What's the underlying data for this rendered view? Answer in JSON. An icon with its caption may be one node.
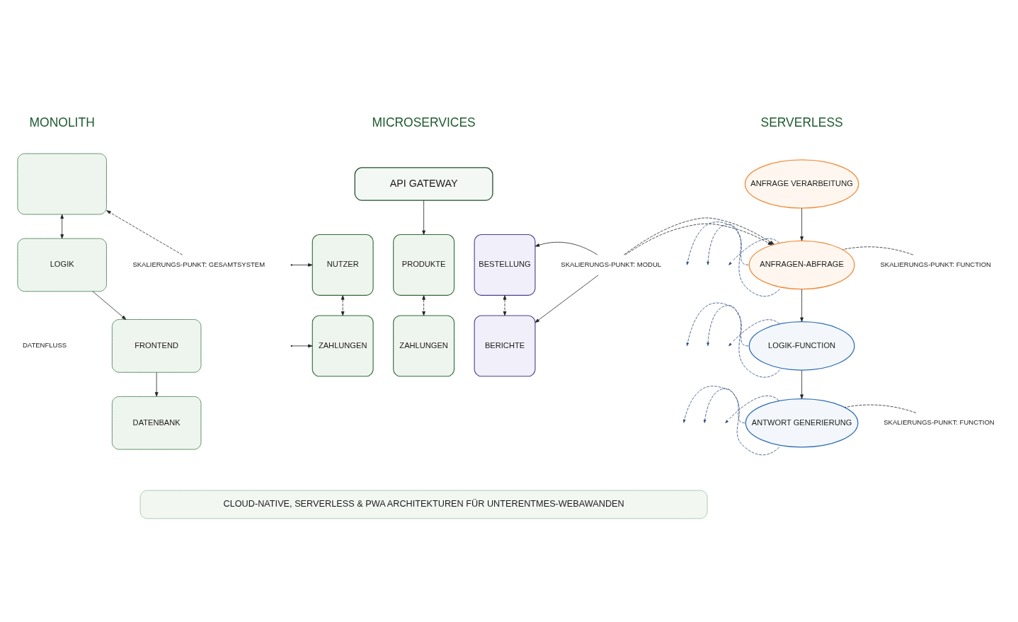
{
  "diagram": {
    "nodes": [
      {
        "text": [],
        "shape": "box"
      },
      {
        "text": [
          "LOGIK"
        ]
      },
      {
        "text": [
          "FRONTEND"
        ]
      },
      {
        "text": [
          "DATENBANK"
        ]
      },
      {
        "text": [
          "SKALIERUNGS-PUNKT: GESAMTSYSTEM"
        ]
      },
      {
        "text": [
          "API GATEWAY"
        ]
      },
      {
        "text": [
          "NUTZER"
        ]
      },
      {
        "text": [
          "PRODUKTE"
        ]
      },
      {
        "text": [
          "BESTELLUNG"
        ]
      },
      {
        "text": [
          "ZAHLUNGEN"
        ]
      },
      {
        "text": [
          "ZAHLUNGEN"
        ]
      },
      {
        "text": [
          "BERICHTE"
        ]
      },
      {
        "text": [
          "SKALIERUNGS-PUNKT: MODUL"
        ]
      },
      {
        "text": [
          "ANFRAGE VERARBEITUNG"
        ]
      },
      {
        "text": [
          "ANFRAGEN-ABFRAGE"
        ]
      },
      {
        "text": [
          "LOGIK-FUNCTION"
        ]
      },
      {
        "text": [
          "ANTWORT GENERIERUNG"
        ]
      },
      {
        "text": [
          "SKALIERUNGS-PUNKT: FUNCTION"
        ]
      },
      {
        "text": [
          "SKALIERUNGS-PUNKT: FUNCTION"
        ]
      },
      {
        "text": [
          "CLOUD-NATIVE, SERVERLESS & PWA ARCHITEKTUREN FÜR UNTERENTMES-WEBAWANDEN"
        ]
      }
    ],
    "edges": [
      {
        "from": 0,
        "to": 1,
        "arrow": "both"
      },
      {
        "from": 1,
        "to": 2,
        "arrow": "to"
      },
      {
        "from": 2,
        "to": 3,
        "arrow": "to"
      },
      {
        "from": 4,
        "to": 0,
        "arrow": "to",
        "style": "dashed"
      },
      {
        "from": 5,
        "to": 7,
        "arrow": "to"
      },
      {
        "from": 6,
        "to": 9,
        "arrow": "both",
        "style": "dashed"
      },
      {
        "from": 7,
        "to": 10,
        "arrow": "both",
        "style": "dashed"
      },
      {
        "from": 8,
        "to": 11,
        "arrow": "both",
        "style": "dashed"
      },
      {
        "from": null,
        "to": 6,
        "arrow": "to"
      },
      {
        "from": null,
        "to": 9,
        "arrow": "to"
      },
      {
        "from": 12,
        "to": 8,
        "arrow": "to"
      },
      {
        "from": 12,
        "to": 11,
        "arrow": "to"
      },
      {
        "from": 12,
        "to": 14,
        "arrow": "to",
        "style": "dashed"
      },
      {
        "from": 13,
        "to": 14,
        "arrow": "to"
      },
      {
        "from": 14,
        "to": 15,
        "arrow": "to"
      },
      {
        "from": 15,
        "to": 16,
        "arrow": "to"
      },
      {
        "from": 17,
        "to": 14,
        "arrow": "none",
        "style": "dashed"
      },
      {
        "from": 18,
        "to": 16,
        "arrow": "none",
        "style": "dashed"
      },
      {
        "from": 14,
        "to": null,
        "arrow": "to",
        "style": "dashed",
        "color": "#2c4a7c"
      },
      {
        "from": 14,
        "to": null,
        "arrow": "to",
        "style": "dashed",
        "color": "#2c4a7c"
      },
      {
        "from": 14,
        "to": null,
        "arrow": "to",
        "style": "dashed",
        "color": "#2c4a7c"
      },
      {
        "from": 15,
        "to": null,
        "arrow": "to",
        "style": "dashed",
        "color": "#2c4a7c"
      },
      {
        "from": 15,
        "to": null,
        "arrow": "to",
        "style": "dashed",
        "color": "#2c4a7c"
      },
      {
        "from": 15,
        "to": null,
        "arrow": "to",
        "style": "dashed",
        "color": "#2c4a7c"
      },
      {
        "from": 16,
        "to": null,
        "arrow": "to",
        "style": "dashed",
        "color": "#2c4a7c"
      },
      {
        "from": 16,
        "to": null,
        "arrow": "to",
        "style": "dashed",
        "color": "#2c4a7c"
      },
      {
        "from": 16,
        "to": null,
        "arrow": "to",
        "style": "dashed",
        "color": "#2c4a7c"
      }
    ],
    "labels": [
      "MONOLITH",
      "MICROSERVICES",
      "SERVERLESS",
      "DATENFLUSS"
    ]
  }
}
